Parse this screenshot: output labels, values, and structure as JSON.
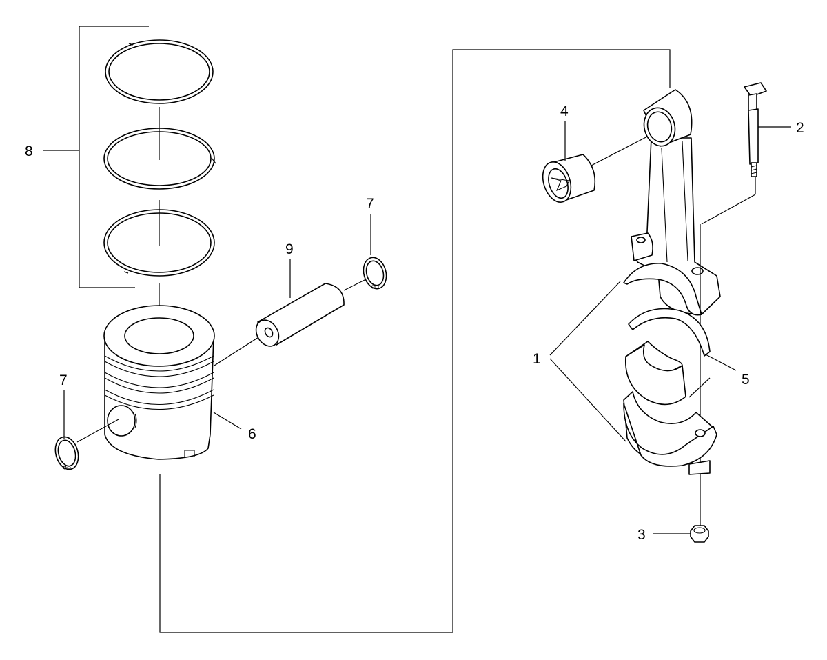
{
  "callouts": {
    "connecting_rod": "1",
    "rod_bolt": "2",
    "rod_nut": "3",
    "small_end_bushing": "4",
    "bearing_shells": "5",
    "piston": "6",
    "retaining_ring_right": "7",
    "retaining_ring_left": "7",
    "piston_ring_set": "8",
    "piston_pin": "9"
  },
  "icons": [
    "piston-ring-icon",
    "piston-icon",
    "piston-pin-icon",
    "retaining-ring-icon",
    "connecting-rod-icon",
    "bushing-icon",
    "bolt-icon",
    "nut-icon",
    "bearing-shell-icon"
  ]
}
